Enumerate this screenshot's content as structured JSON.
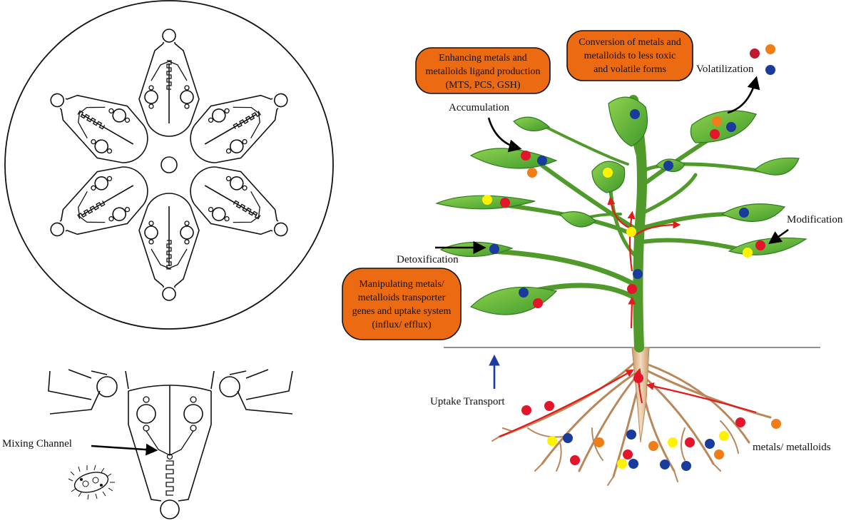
{
  "chip": {
    "mixing_channel_label": "Mixing Channel"
  },
  "plant": {
    "boxes": {
      "ligand": [
        "Enhancing metals and",
        "metalloids ligand production",
        "(MTS, PCS, GSH)"
      ],
      "conversion": [
        "Conversion of metals and",
        "metalloids to less toxic",
        "and volatile forms"
      ],
      "transporter": [
        "Manipulating metals/",
        "metalloids transporter",
        "genes and uptake system",
        "(influx/ efflux)"
      ]
    },
    "labels": {
      "volatilization": "Volatilization",
      "accumulation": "Accumulation",
      "modification": "Modification",
      "detoxification": "Detoxification",
      "uptake": "Uptake Transport",
      "metals": "metals/ metalloids"
    }
  },
  "colors": {
    "box_fill": "#ec6a12",
    "leaf": "#6cbf3c",
    "stem": "#4f9a2a",
    "root": "#b9875a",
    "red": "#e4142a",
    "blue": "#1a3a9c",
    "yellow": "#fff200",
    "orange": "#f07d18",
    "crimson": "#c0182f",
    "flow_arrow": "#e21b1b",
    "uptake_arrow": "#1c3d9e"
  }
}
